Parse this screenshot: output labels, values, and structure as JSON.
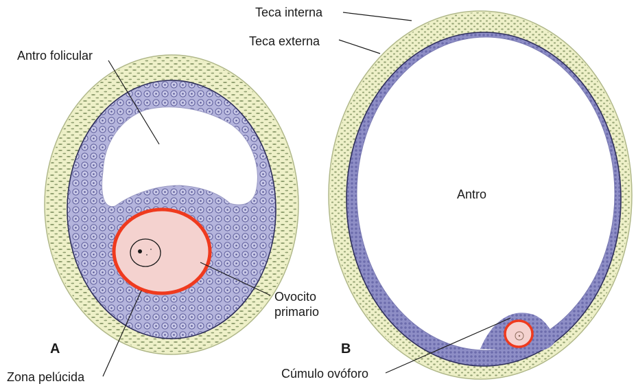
{
  "panels": {
    "a": {
      "letter": "A",
      "labels": {
        "antro_folicular": "Antro folicular",
        "ovocito_primario_line1": "Ovocito",
        "ovocito_primario_line2": "primario",
        "zona_pelucida": "Zona pelúcida"
      }
    },
    "b": {
      "letter": "B",
      "labels": {
        "teca_interna": "Teca interna",
        "teca_externa": "Teca externa",
        "antro": "Antro",
        "cumulo_ovoforo": "Cúmulo ovóforo"
      }
    }
  },
  "colors": {
    "theca": "#eef0c8",
    "theca_cell": "#8a9a6a",
    "granulosa": "#a8a8d4",
    "granulosa_cell": "#6a6aa6",
    "oocyte_fill": "#f4d2cf",
    "zona_pelucida": "#ef3a1e",
    "antrum": "#ffffff"
  }
}
